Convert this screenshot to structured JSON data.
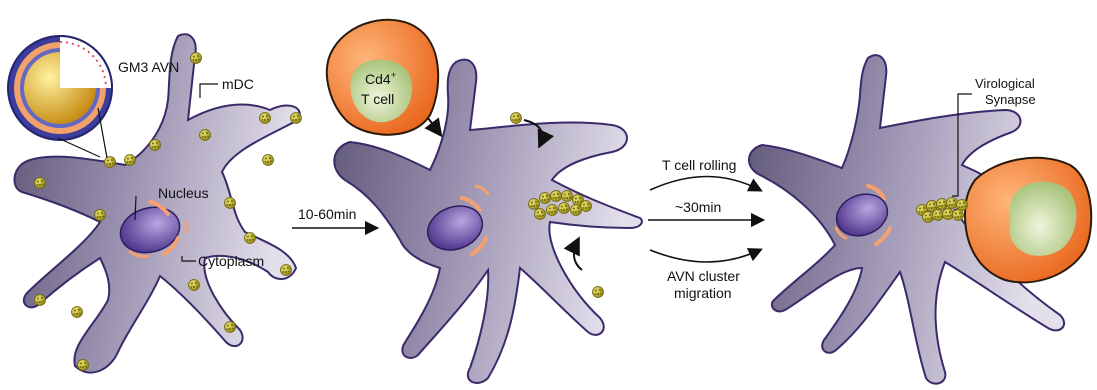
{
  "labels": {
    "gm3_avn": "GM3 AVN",
    "mdc": "mDC",
    "nucleus": "Nucleus",
    "cytoplasm": "Cytoplasm",
    "cd4": "Cd4",
    "cd4_sup": "+",
    "t_cell": "T cell",
    "time_1": "10-60min",
    "t_cell_rolling": "T cell rolling",
    "time_2": "~30min",
    "avn_cluster": "AVN cluster",
    "migration": "migration",
    "virological": "Virological",
    "synapse": "Synapse"
  },
  "colors": {
    "cell_fill": "#8e84a6",
    "cell_outline": "#3b2a6b",
    "nucleus": "#5a3f99",
    "cytoplasm_organelle": "#f4a070",
    "avn_particle": "#c8bb2a",
    "tcell_outer": "#f07e2a",
    "tcell_inner": "#c9dba5",
    "avn_shell": "#3a3d9c",
    "avn_core": "#e2b428"
  },
  "icons": [
    "avn-particle-icon",
    "curved-arrow-icon",
    "straight-arrow-icon"
  ]
}
